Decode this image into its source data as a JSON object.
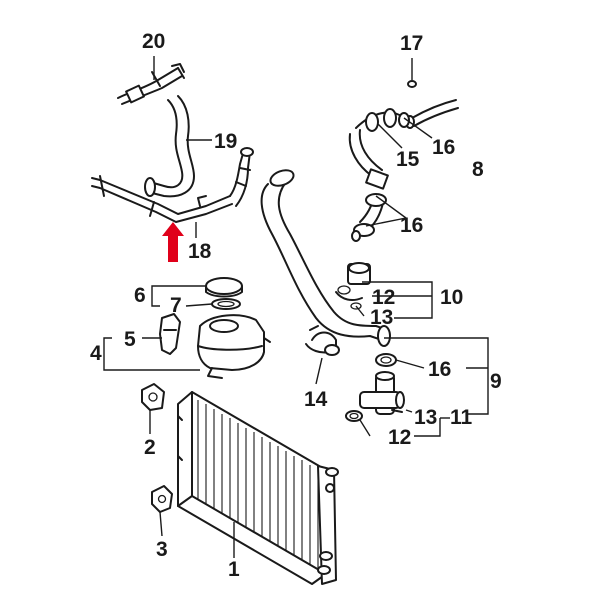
{
  "callouts": {
    "c1": "1",
    "c2": "2",
    "c3": "3",
    "c4": "4",
    "c5": "5",
    "c6": "6",
    "c7": "7",
    "c8": "8",
    "c9": "9",
    "c10": "10",
    "c11": "11",
    "c12a": "12",
    "c12b": "12",
    "c13a": "13",
    "c13b": "13",
    "c14": "14",
    "c15": "15",
    "c16a": "16",
    "c16b": "16",
    "c16c": "16",
    "c17": "17",
    "c18": "18",
    "c19": "19",
    "c20": "20"
  },
  "colors": {
    "line": "#1a1a1a",
    "arrow": "#e0001a",
    "background": "#ffffff"
  },
  "icons": {
    "indicator": "red-up-arrow"
  }
}
